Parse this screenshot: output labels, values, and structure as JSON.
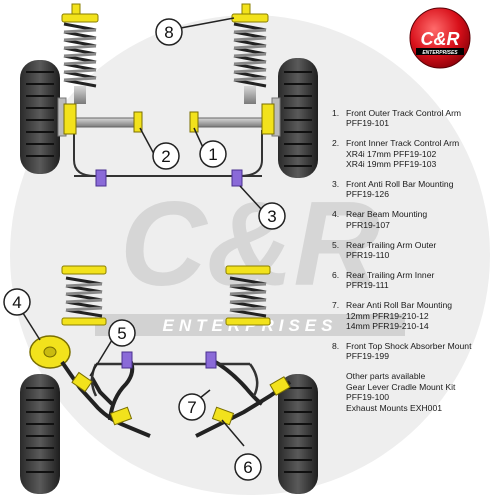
{
  "logo": {
    "brand": "C&R",
    "tagline": "ENTERPRISES",
    "accent": "#d8101a"
  },
  "watermark": {
    "brand": "C&R",
    "tagline": "ENTERPRISES"
  },
  "callouts": {
    "c1": "1",
    "c2": "2",
    "c3": "3",
    "c4": "4",
    "c5": "5",
    "c6": "6",
    "c7": "7",
    "c8": "8"
  },
  "parts": [
    {
      "num": "1.",
      "lines": [
        "Front Outer Track Control Arm",
        "PFF19-101"
      ]
    },
    {
      "num": "2.",
      "lines": [
        "Front Inner Track Control Arm",
        "XR4i 17mm PFF19-102",
        "XR4i 19mm PFF19-103"
      ]
    },
    {
      "num": "3.",
      "lines": [
        "Front Anti Roll Bar Mounting",
        "PFF19-126"
      ]
    },
    {
      "num": "4.",
      "lines": [
        "Rear Beam Mounting",
        "PFR19-107"
      ]
    },
    {
      "num": "5.",
      "lines": [
        "Rear Trailing Arm Outer",
        "PFR19-110"
      ]
    },
    {
      "num": "6.",
      "lines": [
        "Rear Trailing Arm Inner",
        "PFR19-111"
      ]
    },
    {
      "num": "7.",
      "lines": [
        "Rear Anti Roll Bar Mounting",
        "12mm PFR19-210-12",
        "14mm PFR19-210-14"
      ]
    },
    {
      "num": "8.",
      "lines": [
        "Front Top Shock Absorber Mount",
        "PFF19-199"
      ]
    }
  ],
  "other": [
    "Other parts available",
    "Gear Lever Cradle Mount Kit",
    "PFF19-100",
    "Exhaust Mounts EXH001"
  ],
  "colors": {
    "bush_yellow": "#f2e21c",
    "bush_purple": "#8a6ad8",
    "steel": "#9a9a9a"
  }
}
